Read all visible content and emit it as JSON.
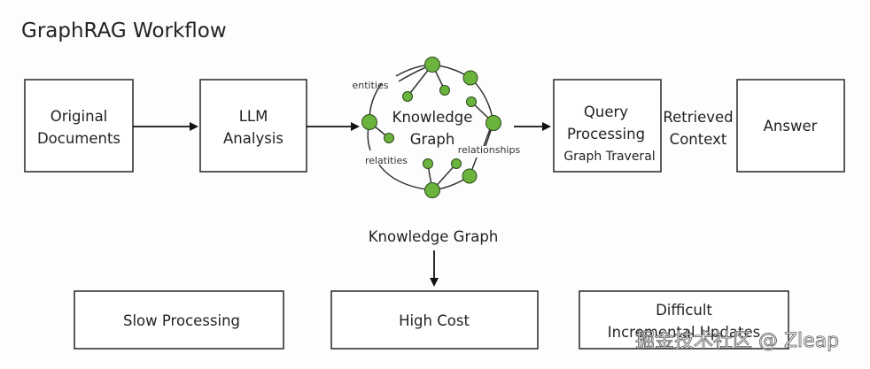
{
  "title": "GraphRAG Workflow",
  "flow": {
    "original_documents": [
      "Original",
      "Documents"
    ],
    "llm_analysis": [
      "LLM",
      "Analysis"
    ],
    "knowledge_graph": [
      "Knowledge",
      "Graph"
    ],
    "graph_labels": {
      "entities": "entities",
      "relatities": "relatities",
      "relationships": "relationships"
    },
    "query_processing": [
      "Query",
      "Processing",
      "Graph Traveral"
    ],
    "retrieved_context": [
      "Retrieved",
      "Context"
    ],
    "answer": "Answer"
  },
  "challenges": {
    "source_label": "Knowledge Graph",
    "items": [
      {
        "lines": [
          "Slow Processing"
        ]
      },
      {
        "lines": [
          "High Cost"
        ]
      },
      {
        "lines": [
          "Difficult",
          "Incremental Updates"
        ]
      }
    ]
  },
  "watermark": "掘金技术社区 @ Zleap",
  "colors": {
    "node_green": "#6ab33c",
    "line": "#333333"
  }
}
